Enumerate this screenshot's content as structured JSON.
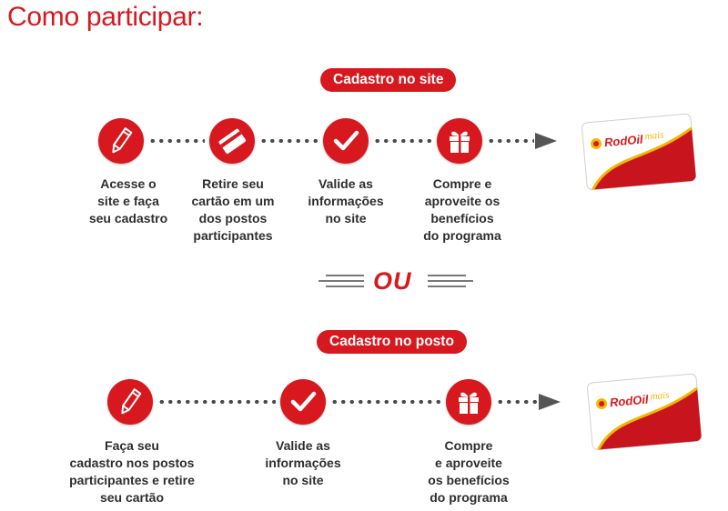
{
  "title": "Como participar:",
  "section1": {
    "pill": "Cadastro no site",
    "steps": [
      {
        "icon": "pencil-icon",
        "label": "Acesse o\nsite e faça\nseu cadastro"
      },
      {
        "icon": "card-icon",
        "label": "Retire seu\ncartão em um\ndos postos\nparticipantes"
      },
      {
        "icon": "check-icon",
        "label": "Valide as\ninformações\nno site"
      },
      {
        "icon": "gift-icon",
        "label": "Compre e\naproveite os\nbenefícios\ndo programa"
      }
    ],
    "card_brand": "RodOil",
    "card_script": "mais"
  },
  "separator": "OU",
  "section2": {
    "pill": "Cadastro no posto",
    "steps": [
      {
        "icon": "pencil-icon",
        "label": "Faça seu\ncadastro nos postos\nparticipantes e retire\nseu cartão"
      },
      {
        "icon": "check-icon",
        "label": "Valide as\ninformações\nno site"
      },
      {
        "icon": "gift-icon",
        "label": "Compre\ne aproveite\nos benefícios\ndo programa"
      }
    ],
    "card_brand": "RodOil",
    "card_script": "mais"
  },
  "colors": {
    "accent": "#d7191f",
    "dots": "#4a4a4a",
    "text": "#2e2e2e"
  }
}
